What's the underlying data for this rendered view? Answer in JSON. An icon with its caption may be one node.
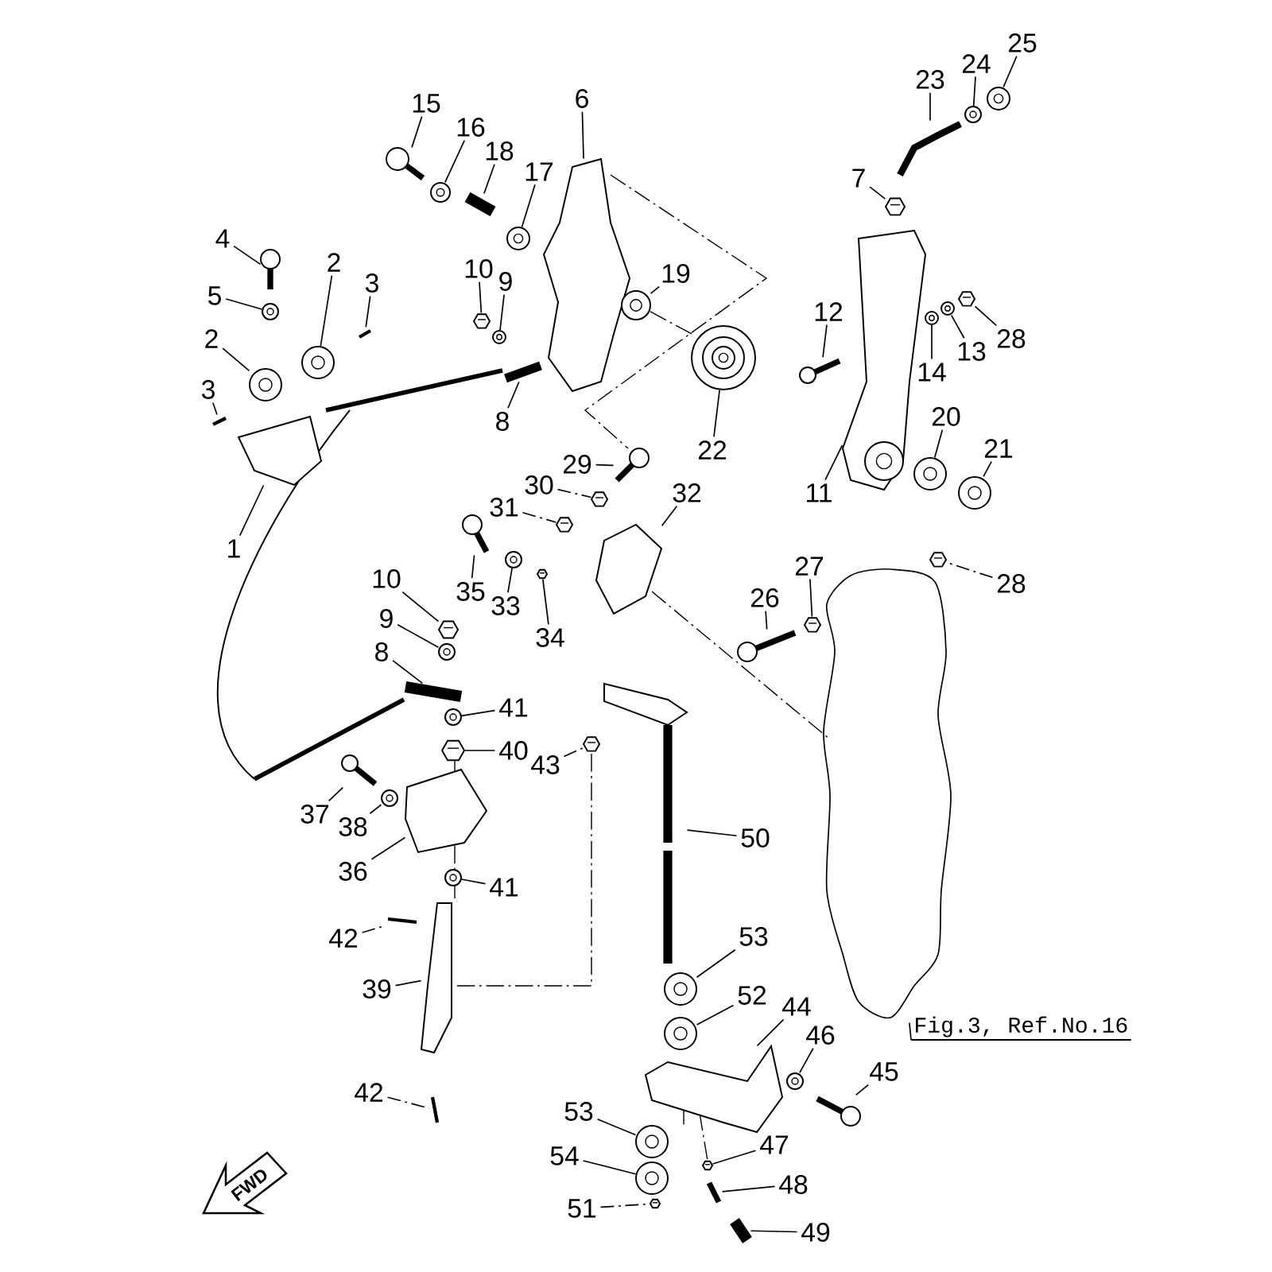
{
  "diagram": {
    "nodes": [
      {
        "text": [
          "25"
        ]
      },
      {
        "text": [
          "24"
        ]
      },
      {
        "text": [
          "23"
        ]
      },
      {
        "text": [
          "6"
        ]
      },
      {
        "text": [
          "15"
        ]
      },
      {
        "text": [
          "16"
        ]
      },
      {
        "text": [
          "18"
        ]
      },
      {
        "text": [
          "17"
        ]
      },
      {
        "text": [
          "7"
        ]
      },
      {
        "text": [
          "4"
        ]
      },
      {
        "text": [
          "2"
        ]
      },
      {
        "text": [
          "3"
        ]
      },
      {
        "text": [
          "5"
        ]
      },
      {
        "text": [
          "10"
        ]
      },
      {
        "text": [
          "9"
        ]
      },
      {
        "text": [
          "19"
        ]
      },
      {
        "text": [
          "12"
        ]
      },
      {
        "text": [
          "28"
        ]
      },
      {
        "text": [
          "13"
        ]
      },
      {
        "text": [
          "14"
        ]
      },
      {
        "text": [
          "2"
        ]
      },
      {
        "text": [
          "3"
        ]
      },
      {
        "text": [
          "8"
        ]
      },
      {
        "text": [
          "20"
        ]
      },
      {
        "text": [
          "21"
        ]
      },
      {
        "text": [
          "22"
        ]
      },
      {
        "text": [
          "11"
        ]
      },
      {
        "text": [
          "29"
        ]
      },
      {
        "text": [
          "30"
        ]
      },
      {
        "text": [
          "31"
        ]
      },
      {
        "text": [
          "32"
        ]
      },
      {
        "text": [
          "1"
        ]
      },
      {
        "text": [
          "35"
        ]
      },
      {
        "text": [
          "33"
        ]
      },
      {
        "text": [
          "34"
        ]
      },
      {
        "text": [
          "27"
        ]
      },
      {
        "text": [
          "26"
        ]
      },
      {
        "text": [
          "28"
        ]
      },
      {
        "text": [
          "10"
        ]
      },
      {
        "text": [
          "9"
        ]
      },
      {
        "text": [
          "8"
        ]
      },
      {
        "text": [
          "41"
        ]
      },
      {
        "text": [
          "40"
        ]
      },
      {
        "text": [
          "43"
        ]
      },
      {
        "text": [
          "37"
        ]
      },
      {
        "text": [
          "38"
        ]
      },
      {
        "text": [
          "50"
        ]
      },
      {
        "text": [
          "36"
        ]
      },
      {
        "text": [
          "41"
        ]
      },
      {
        "text": [
          "42"
        ]
      },
      {
        "text": [
          "53"
        ]
      },
      {
        "text": [
          "39"
        ]
      },
      {
        "text": [
          "52"
        ]
      },
      {
        "text": [
          "44"
        ]
      },
      {
        "text": [
          "46"
        ]
      },
      {
        "text": [
          "Fig.3, Ref.No.16"
        ]
      },
      {
        "text": [
          "45"
        ]
      },
      {
        "text": [
          "42"
        ]
      },
      {
        "text": [
          "53"
        ]
      },
      {
        "text": [
          "47"
        ]
      },
      {
        "text": [
          "54"
        ]
      },
      {
        "text": [
          "48"
        ]
      },
      {
        "text": [
          "51"
        ]
      },
      {
        "text": [
          "49"
        ]
      },
      {
        "text": [],
        "shape": "picture"
      },
      {
        "text": [],
        "shape": "picture"
      },
      {
        "text": [],
        "shape": "picture"
      },
      {
        "text": [],
        "shape": "picture"
      },
      {
        "text": [],
        "shape": "picture"
      },
      {
        "text": [],
        "shape": "picture"
      },
      {
        "text": [],
        "shape": "picture"
      },
      {
        "text": [],
        "shape": "picture"
      },
      {
        "text": [],
        "shape": "picture"
      },
      {
        "text": [],
        "shape": "picture"
      },
      {
        "text": [],
        "shape": "picture"
      },
      {
        "text": [],
        "shape": "picture"
      },
      {
        "text": [],
        "shape": "picture"
      },
      {
        "text": [],
        "shape": "picture"
      },
      {
        "text": [],
        "shape": "picture"
      },
      {
        "text": [],
        "shape": "picture"
      },
      {
        "text": [],
        "shape": "picture"
      },
      {
        "text": [],
        "shape": "picture"
      },
      {
        "text": [],
        "shape": "picture"
      },
      {
        "text": [],
        "shape": "picture"
      },
      {
        "text": [],
        "shape": "picture"
      },
      {
        "text": [],
        "shape": "picture"
      },
      {
        "text": [],
        "shape": "picture"
      },
      {
        "text": [],
        "shape": "picture"
      },
      {
        "text": [],
        "shape": "picture"
      },
      {
        "text": [],
        "shape": "picture"
      },
      {
        "text": [],
        "shape": "picture"
      },
      {
        "text": [],
        "shape": "picture"
      },
      {
        "text": [],
        "shape": "picture"
      },
      {
        "text": [],
        "shape": "picture"
      },
      {
        "text": [],
        "shape": "picture"
      },
      {
        "text": [],
        "shape": "picture"
      },
      {
        "text": [],
        "shape": "picture"
      },
      {
        "text": [],
        "shape": "picture"
      },
      {
        "text": [],
        "shape": "picture"
      },
      {
        "text": [],
        "shape": "picture"
      },
      {
        "text": [],
        "shape": "picture"
      },
      {
        "text": [],
        "shape": "picture"
      },
      {
        "text": [],
        "shape": "picture"
      },
      {
        "text": [],
        "shape": "picture"
      },
      {
        "text": [],
        "shape": "picture"
      },
      {
        "text": [],
        "shape": "picture"
      },
      {
        "text": [],
        "shape": "picture"
      },
      {
        "text": [],
        "shape": "picture"
      },
      {
        "text": [],
        "shape": "picture"
      },
      {
        "text": [],
        "shape": "picture"
      },
      {
        "text": [],
        "shape": "picture"
      },
      {
        "text": [],
        "shape": "picture"
      },
      {
        "text": [],
        "shape": "picture"
      },
      {
        "text": [],
        "shape": "picture"
      },
      {
        "text": [],
        "shape": "picture"
      },
      {
        "text": [],
        "shape": "picture"
      },
      {
        "text": [],
        "shape": "picture"
      },
      {
        "text": [],
        "shape": "picture"
      },
      {
        "text": [],
        "shape": "picture"
      },
      {
        "text": [],
        "shape": "picture"
      },
      {
        "text": [],
        "shape": "picture"
      },
      {
        "text": [],
        "shape": "picture"
      },
      {
        "text": [],
        "shape": "picture"
      },
      {
        "text": [],
        "shape": "picture"
      },
      {
        "text": [],
        "shape": "picture"
      },
      {
        "text": [],
        "shape": "picture"
      },
      {
        "text": [],
        "shape": "picture"
      },
      {
        "text": [],
        "shape": "picture"
      }
    ],
    "edges": [
      {
        "from": 0,
        "to": 64,
        "arrow": "none"
      },
      {
        "from": 1,
        "to": 65,
        "arrow": "none"
      },
      {
        "from": 2,
        "to": 66,
        "arrow": "none"
      },
      {
        "from": 3,
        "to": 67,
        "arrow": "none"
      },
      {
        "from": 4,
        "to": 68,
        "arrow": "none"
      },
      {
        "from": 5,
        "to": 69,
        "arrow": "none"
      },
      {
        "from": 6,
        "to": 70,
        "arrow": "none"
      },
      {
        "from": 7,
        "to": 71,
        "arrow": "none"
      },
      {
        "from": 8,
        "to": 72,
        "arrow": "none"
      },
      {
        "from": 9,
        "to": 73,
        "arrow": "none"
      },
      {
        "from": 10,
        "to": 74,
        "arrow": "none"
      },
      {
        "from": 11,
        "to": 75,
        "arrow": "none"
      },
      {
        "from": 12,
        "to": 76,
        "arrow": "none"
      },
      {
        "from": 13,
        "to": 77,
        "arrow": "none"
      },
      {
        "from": 14,
        "to": 78,
        "arrow": "none"
      },
      {
        "from": 15,
        "to": 79,
        "arrow": "none"
      },
      {
        "from": 16,
        "to": 80,
        "arrow": "none"
      },
      {
        "from": 17,
        "to": 81,
        "arrow": "none"
      },
      {
        "from": 18,
        "to": 82,
        "arrow": "none"
      },
      {
        "from": 19,
        "to": 83,
        "arrow": "none"
      },
      {
        "from": 20,
        "to": 84,
        "arrow": "none"
      },
      {
        "from": 21,
        "to": 85,
        "arrow": "none"
      },
      {
        "from": 22,
        "to": 86,
        "arrow": "none"
      },
      {
        "from": 23,
        "to": 87,
        "arrow": "none"
      },
      {
        "from": 24,
        "to": 88,
        "arrow": "none"
      },
      {
        "from": 25,
        "to": 89,
        "arrow": "none"
      },
      {
        "from": 26,
        "to": 90,
        "arrow": "none"
      },
      {
        "from": 27,
        "to": 91,
        "arrow": "none"
      },
      {
        "from": 28,
        "to": 92,
        "arrow": "none",
        "style": "dashed"
      },
      {
        "from": 29,
        "to": 93,
        "arrow": "none",
        "style": "dashed"
      },
      {
        "from": 30,
        "to": 94,
        "arrow": "none"
      },
      {
        "from": 31,
        "to": 95,
        "arrow": "none"
      },
      {
        "from": 32,
        "to": 96,
        "arrow": "none"
      },
      {
        "from": 33,
        "to": 97,
        "arrow": "none"
      },
      {
        "from": 34,
        "to": 98,
        "arrow": "none"
      },
      {
        "from": 35,
        "to": 99,
        "arrow": "none"
      },
      {
        "from": 36,
        "to": 100,
        "arrow": "none"
      },
      {
        "from": 37,
        "to": 101,
        "arrow": "none",
        "style": "dashed"
      },
      {
        "from": 38,
        "to": 102,
        "arrow": "none"
      },
      {
        "from": 39,
        "to": 103,
        "arrow": "none"
      },
      {
        "from": 40,
        "to": 104,
        "arrow": "none"
      },
      {
        "from": 41,
        "to": 105,
        "arrow": "none"
      },
      {
        "from": 42,
        "to": 106,
        "arrow": "none"
      },
      {
        "from": 43,
        "to": 107,
        "arrow": "none",
        "style": "dashed"
      },
      {
        "from": 44,
        "to": 108,
        "arrow": "none"
      },
      {
        "from": 45,
        "to": 109,
        "arrow": "none"
      },
      {
        "from": 46,
        "to": 110,
        "arrow": "none"
      },
      {
        "from": 47,
        "to": 111,
        "arrow": "none"
      },
      {
        "from": 48,
        "to": 112,
        "arrow": "none"
      },
      {
        "from": 49,
        "to": 113,
        "arrow": "none",
        "style": "dashed"
      },
      {
        "from": 50,
        "to": 114,
        "arrow": "none"
      },
      {
        "from": 51,
        "to": 115,
        "arrow": "none"
      },
      {
        "from": 52,
        "to": 116,
        "arrow": "none"
      },
      {
        "from": 53,
        "to": 117,
        "arrow": "none"
      },
      {
        "from": 54,
        "to": 118,
        "arrow": "none"
      },
      {
        "from": 55,
        "to": 119,
        "arrow": "none"
      },
      {
        "from": 56,
        "to": 120,
        "arrow": "none"
      },
      {
        "from": 57,
        "to": 121,
        "arrow": "none",
        "style": "dashed"
      },
      {
        "from": 58,
        "to": 122,
        "arrow": "none"
      },
      {
        "from": 59,
        "to": 123,
        "arrow": "none"
      },
      {
        "from": 60,
        "to": 124,
        "arrow": "none"
      },
      {
        "from": 61,
        "to": 125,
        "arrow": "none"
      },
      {
        "from": 62,
        "to": 126,
        "arrow": "none",
        "style": "dashed"
      },
      {
        "from": 63,
        "to": 127,
        "arrow": "none"
      }
    ],
    "labels": [
      "FWD"
    ]
  }
}
